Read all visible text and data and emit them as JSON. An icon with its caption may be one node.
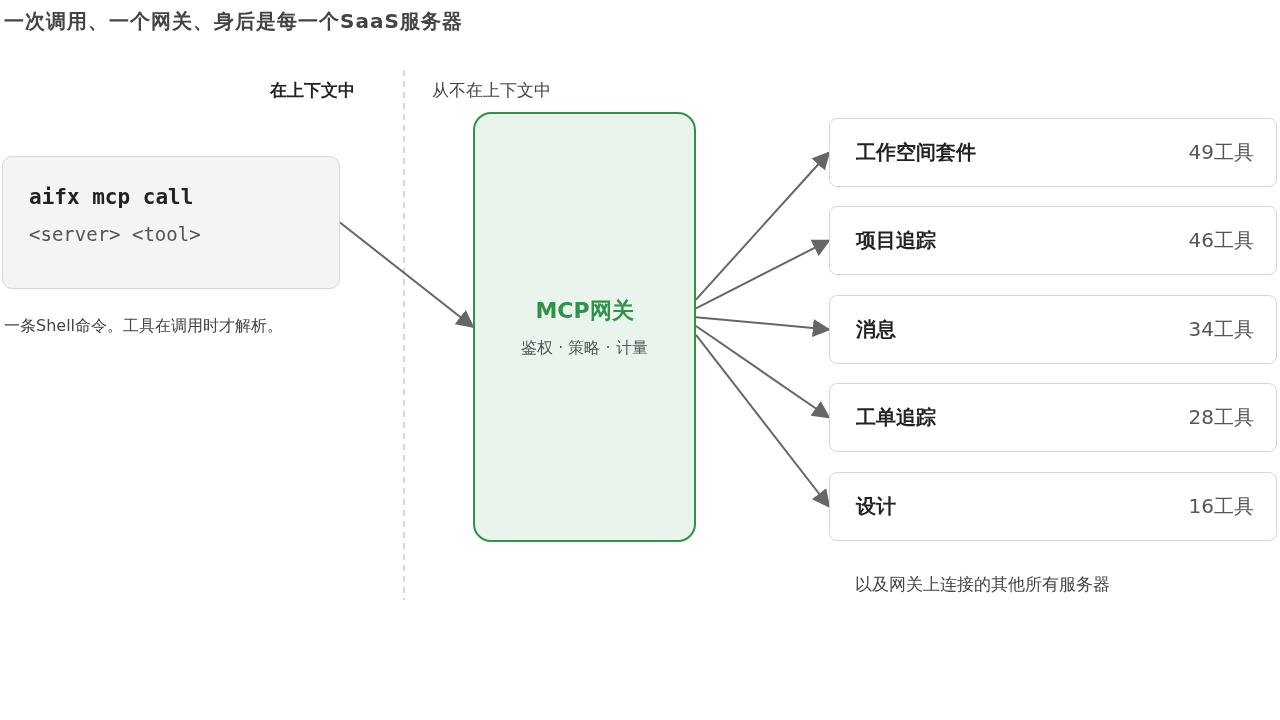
{
  "diagram": {
    "title": "一次调用、一个网关、身后是每一个SaaS服务器",
    "nodes": [
      {
        "text": [
          "aifx mcp call",
          "<server> <tool>"
        ],
        "beside": [
          "一条Shell命令。工具在调用时才解析。"
        ]
      },
      {
        "text": [
          "MCP网关",
          "鉴权 · 策略 · 计量"
        ]
      },
      {
        "text": [
          "工作空间套件",
          "49工具"
        ]
      },
      {
        "text": [
          "项目追踪",
          "46工具"
        ]
      },
      {
        "text": [
          "消息",
          "34工具"
        ]
      },
      {
        "text": [
          "工单追踪",
          "28工具"
        ]
      },
      {
        "text": [
          "设计",
          "16工具"
        ]
      }
    ],
    "edges": [
      {
        "from": 0,
        "to": 1,
        "arrow": "to"
      },
      {
        "from": 1,
        "to": 2,
        "arrow": "to"
      },
      {
        "from": 1,
        "to": 3,
        "arrow": "to"
      },
      {
        "from": 1,
        "to": 4,
        "arrow": "to"
      },
      {
        "from": 1,
        "to": 5,
        "arrow": "to"
      },
      {
        "from": 1,
        "to": 6,
        "arrow": "to"
      }
    ],
    "labels": [
      "在上下文中",
      "从不在上下文中",
      "以及网关上连接的其他所有服务器"
    ]
  }
}
